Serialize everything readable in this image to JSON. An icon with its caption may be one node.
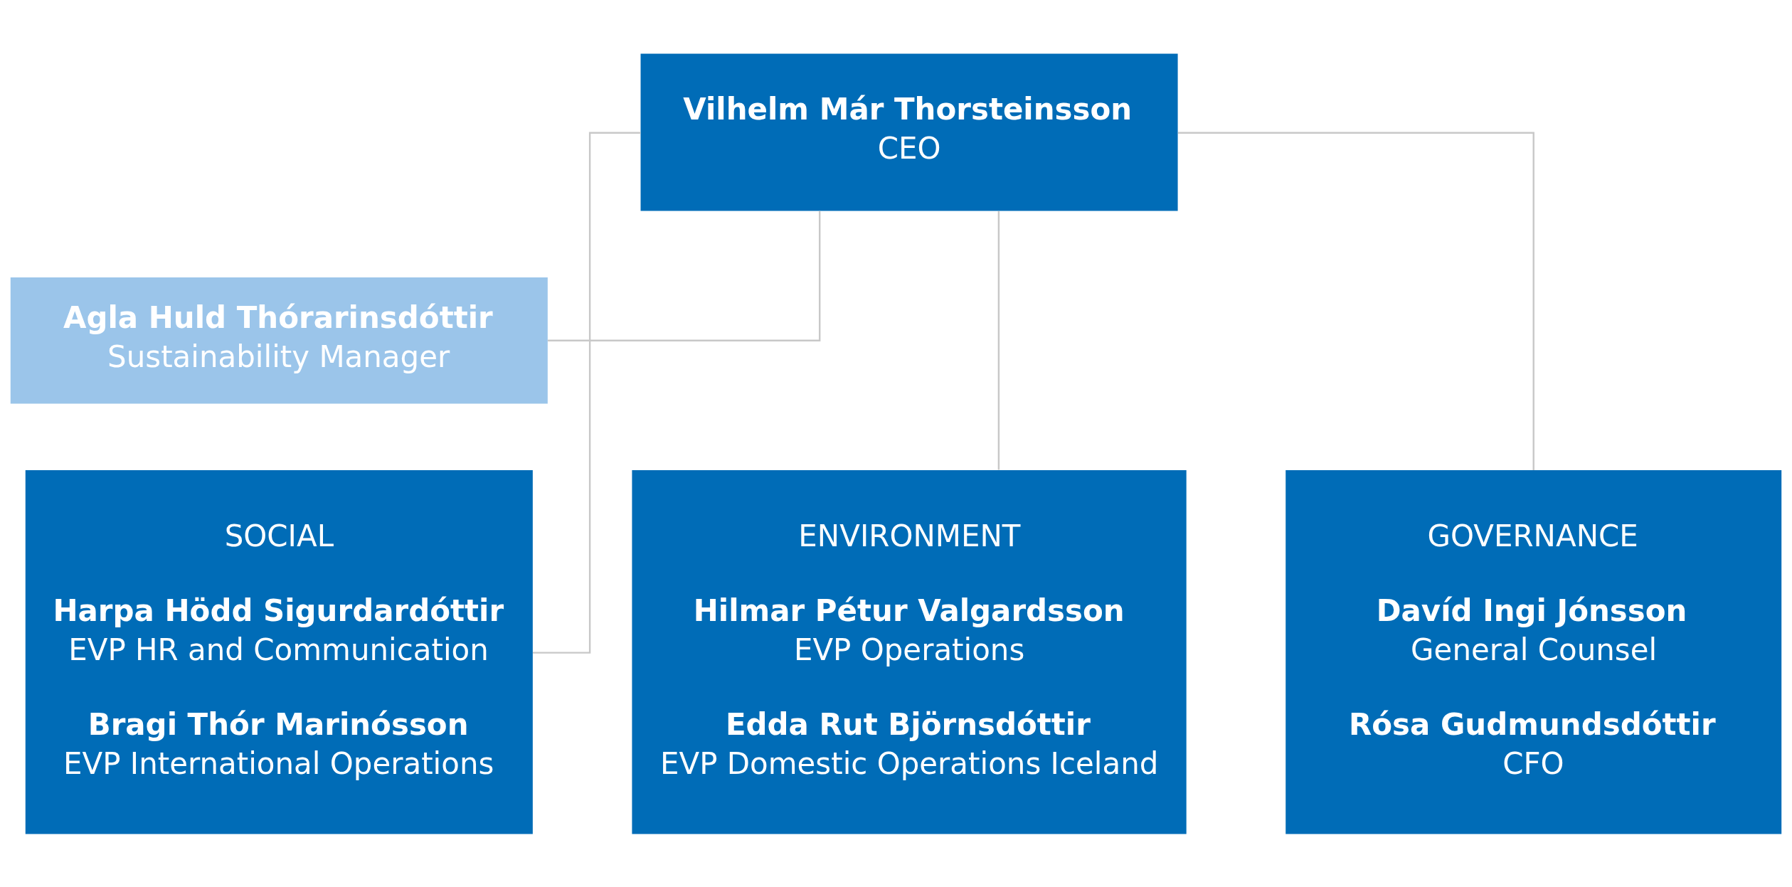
{
  "diagram": {
    "nodes": [
      {
        "text": [
          "Vilhelm Már Thorsteinsson",
          "CEO"
        ]
      },
      {
        "text": [
          "Agla Huld Thórarinsdóttir",
          "Sustainability Manager"
        ]
      },
      {
        "text": [
          "ENVIRONMENT",
          "Hilmar Pétur Valgardsson",
          "EVP Operations",
          "Edda Rut Björnsdóttir",
          "EVP Domestic Operations Iceland"
        ]
      },
      {
        "text": [
          "SOCIAL",
          "Harpa Hödd Sigurdardóttir",
          "EVP HR and Communication",
          "Bragi Thór Marinósson",
          "EVP International Operations"
        ]
      },
      {
        "text": [
          "GOVERNANCE",
          "Davíd Ingi Jónsson",
          "General Counsel",
          "Rósa Gudmundsdóttir",
          "CFO"
        ]
      }
    ],
    "edges": [
      {
        "from": 0,
        "to": 1,
        "arrow": "none"
      },
      {
        "from": 0,
        "to": 2,
        "arrow": "none"
      },
      {
        "from": 0,
        "to": 3,
        "arrow": "none"
      },
      {
        "from": 0,
        "to": 4,
        "arrow": "none"
      }
    ]
  }
}
